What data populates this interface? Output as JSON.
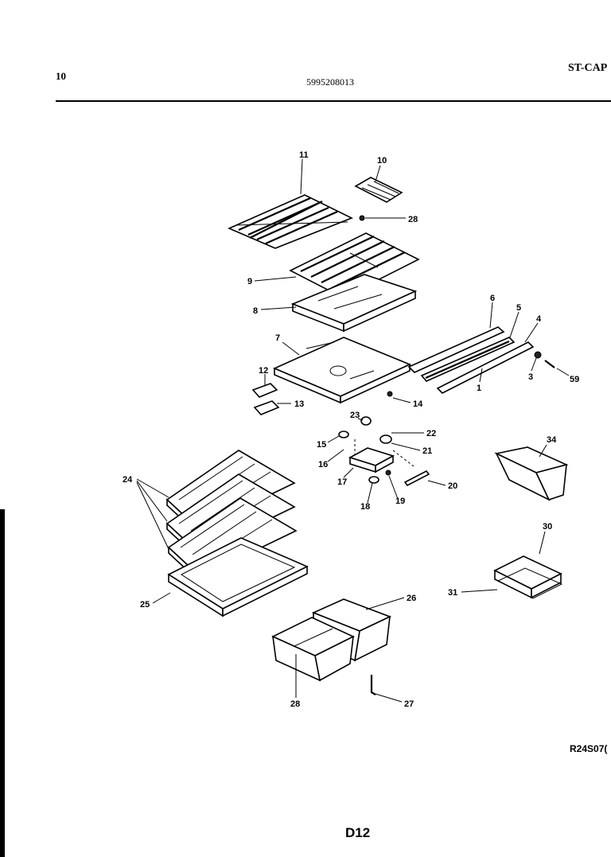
{
  "header": {
    "page_number": "10",
    "part_code": "5995208013",
    "model": "ST-CAP"
  },
  "footer": {
    "figure_code": "R24S07(",
    "page_label": "D12"
  },
  "callouts": [
    "11",
    "10",
    "28",
    "9",
    "8",
    "6",
    "5",
    "4",
    "7",
    "3",
    "59",
    "1",
    "12",
    "13",
    "14",
    "23",
    "22",
    "15",
    "21",
    "16",
    "17",
    "20",
    "18",
    "19",
    "34",
    "24",
    "30",
    "31",
    "25",
    "26",
    "28",
    "27"
  ]
}
